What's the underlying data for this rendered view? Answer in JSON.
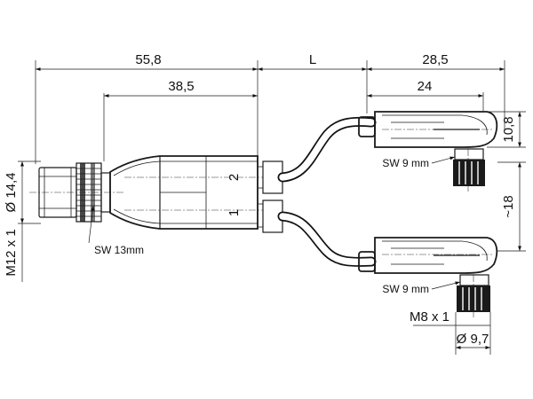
{
  "dimensions": {
    "overall_left": "55,8",
    "cable_length": "L",
    "right_head": "28,5",
    "body_length": "38,5",
    "head_length": "24",
    "head_height": "10,8",
    "height_spread": "~18",
    "left_diameter": "Ø 14,4",
    "left_thread": "M12 x 1",
    "right_thread": "M8 x 1",
    "right_diameter": "Ø 9,7"
  },
  "labels": {
    "sw_left": "SW 13mm",
    "sw_top": "SW 9 mm",
    "sw_bottom": "SW 9 mm",
    "port_2": "2",
    "port_1": "1"
  }
}
